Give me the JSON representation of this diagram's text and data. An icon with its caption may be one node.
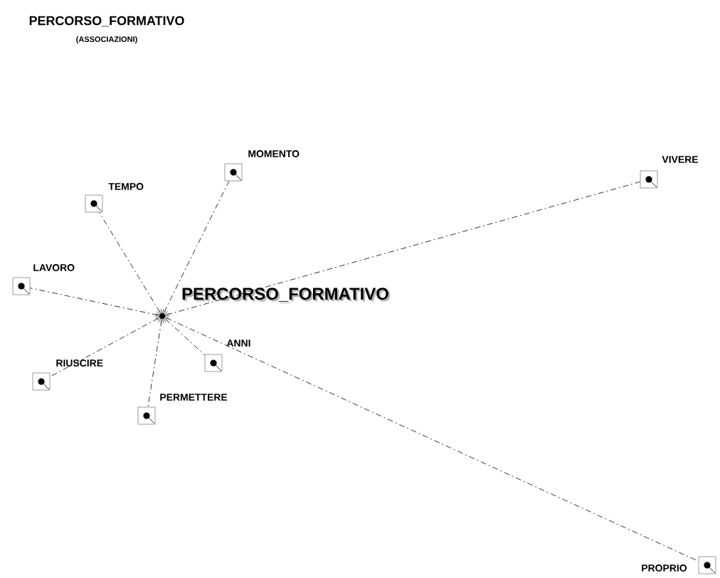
{
  "diagram": {
    "title": "PERCORSO_FORMATIVO",
    "nodes": [
      {
        "text": [
          "PERCORSO_FORMATIVO"
        ]
      },
      {
        "text": [
          "MOMENTO"
        ]
      },
      {
        "text": [
          "TEMPO"
        ]
      },
      {
        "text": [
          "VIVERE"
        ]
      },
      {
        "text": [
          "LAVORO"
        ]
      },
      {
        "text": [
          "ANNI"
        ]
      },
      {
        "text": [
          "RIUSCIRE"
        ]
      },
      {
        "text": [
          "PERMETTERE"
        ]
      },
      {
        "text": [
          "PROPRIO"
        ]
      }
    ],
    "edges": [
      {
        "from": 0,
        "to": 1,
        "arrow": "none"
      },
      {
        "from": 0,
        "to": 2,
        "arrow": "none"
      },
      {
        "from": 0,
        "to": 3,
        "arrow": "none"
      },
      {
        "from": 0,
        "to": 4,
        "arrow": "none"
      },
      {
        "from": 0,
        "to": 5,
        "arrow": "none"
      },
      {
        "from": 0,
        "to": 6,
        "arrow": "none"
      },
      {
        "from": 0,
        "to": 7,
        "arrow": "none"
      },
      {
        "from": 0,
        "to": 8,
        "arrow": "none"
      }
    ],
    "labels": [
      "(ASSOCIAZIONI)"
    ]
  }
}
